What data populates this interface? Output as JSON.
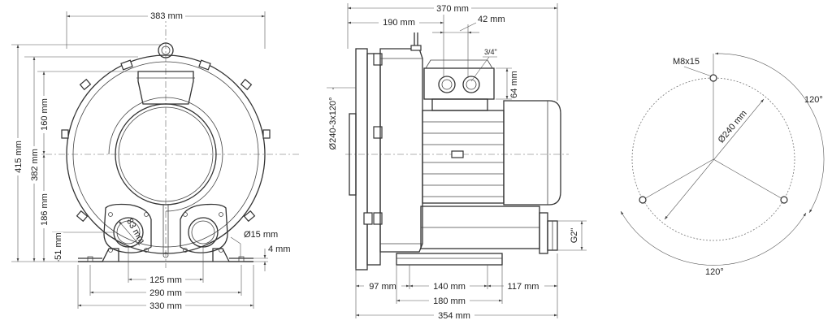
{
  "front_view": {
    "width_total": "383 mm",
    "height_total": "415 mm",
    "height_body": "382 mm",
    "height_upper": "160 mm",
    "height_lower": "186 mm",
    "height_base": "51 mm",
    "port_diameter": "83 mm",
    "hole_diameter": "Ø15 mm",
    "foot_thickness": "4 mm",
    "port_spacing": "125 mm",
    "foot_span": "290 mm",
    "base_width": "330 mm"
  },
  "side_view": {
    "length_total": "370 mm",
    "length_to_box": "190 mm",
    "box_offset": "42 mm",
    "conduit": "3/4\"",
    "box_height": "64 mm",
    "flange_bolt_circle": "Ø240-3x120°",
    "connection": "G2\"",
    "front_offset": "97 mm",
    "foot_holes": "140 mm",
    "rear_offset": "117 mm",
    "foot_length": "180 mm",
    "base_length": "354 mm"
  },
  "flange_view": {
    "thread": "M8x15",
    "pcd": "Ø240 mm",
    "angle_top": "120°",
    "angle_bottom": "120°"
  }
}
